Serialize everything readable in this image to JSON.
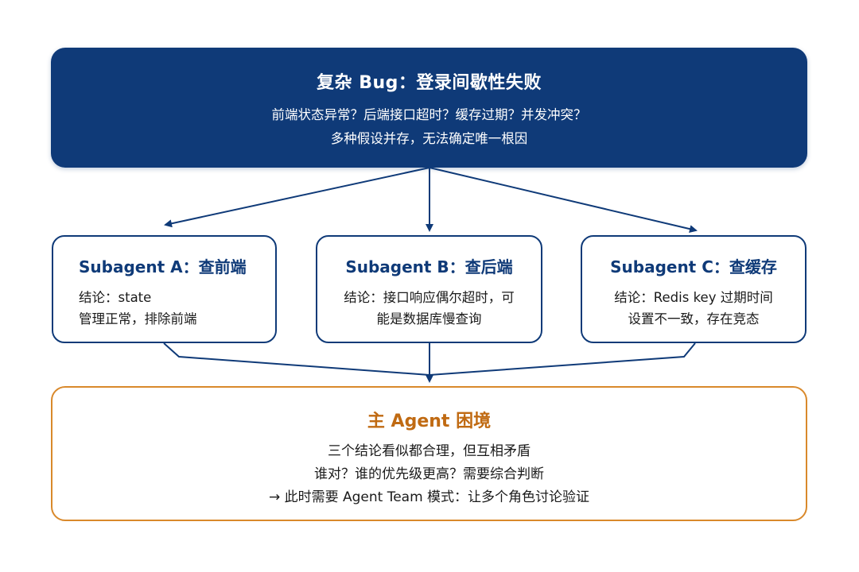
{
  "top": {
    "title": "复杂 Bug：登录间歇性失败",
    "line1": "前端状态异常？后端接口超时？缓存过期？并发冲突？",
    "line2": "多种假设并存，无法确定唯一根因"
  },
  "subagents": [
    {
      "title": "Subagent A：查前端",
      "line1": "结论：state",
      "line2": "管理正常，排除前端"
    },
    {
      "title": "Subagent B：查后端",
      "line1": "结论：接口响应偶尔超时，可",
      "line2": "能是数据库慢查询"
    },
    {
      "title": "Subagent C：查缓存",
      "line1": "结论：Redis key 过期时间",
      "line2": "设置不一致，存在竞态"
    }
  ],
  "main": {
    "title": "主 Agent 困境",
    "line1": "三个结论看似都合理，但互相矛盾",
    "line2": "谁对？谁的优先级更高？需要综合判断",
    "line3": "→ 此时需要 Agent Team 模式：让多个角色讨论验证"
  },
  "colors": {
    "navy": "#0f3a78",
    "orange": "#d9892b",
    "orange_text": "#c06a12"
  }
}
